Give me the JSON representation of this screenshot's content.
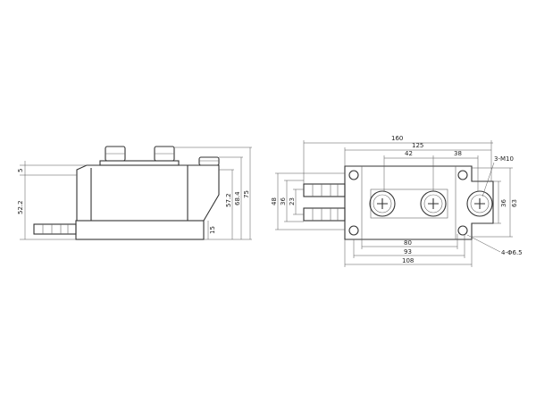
{
  "side_view": {
    "dims": {
      "d5": "5",
      "d52_2": "52.2",
      "d57_2": "57.2",
      "d68_4": "68.4",
      "d75": "75",
      "d15": "15"
    }
  },
  "top_view": {
    "dims": {
      "d160": "160",
      "d125": "125",
      "d42": "42",
      "d38": "38",
      "d48": "48",
      "d36l": "36",
      "d23": "23",
      "d36r": "36",
      "d63": "63",
      "d80": "80",
      "d93": "93",
      "d108": "108"
    },
    "callouts": {
      "terminals": "3-M10",
      "holes": "4-Φ6.5"
    }
  }
}
